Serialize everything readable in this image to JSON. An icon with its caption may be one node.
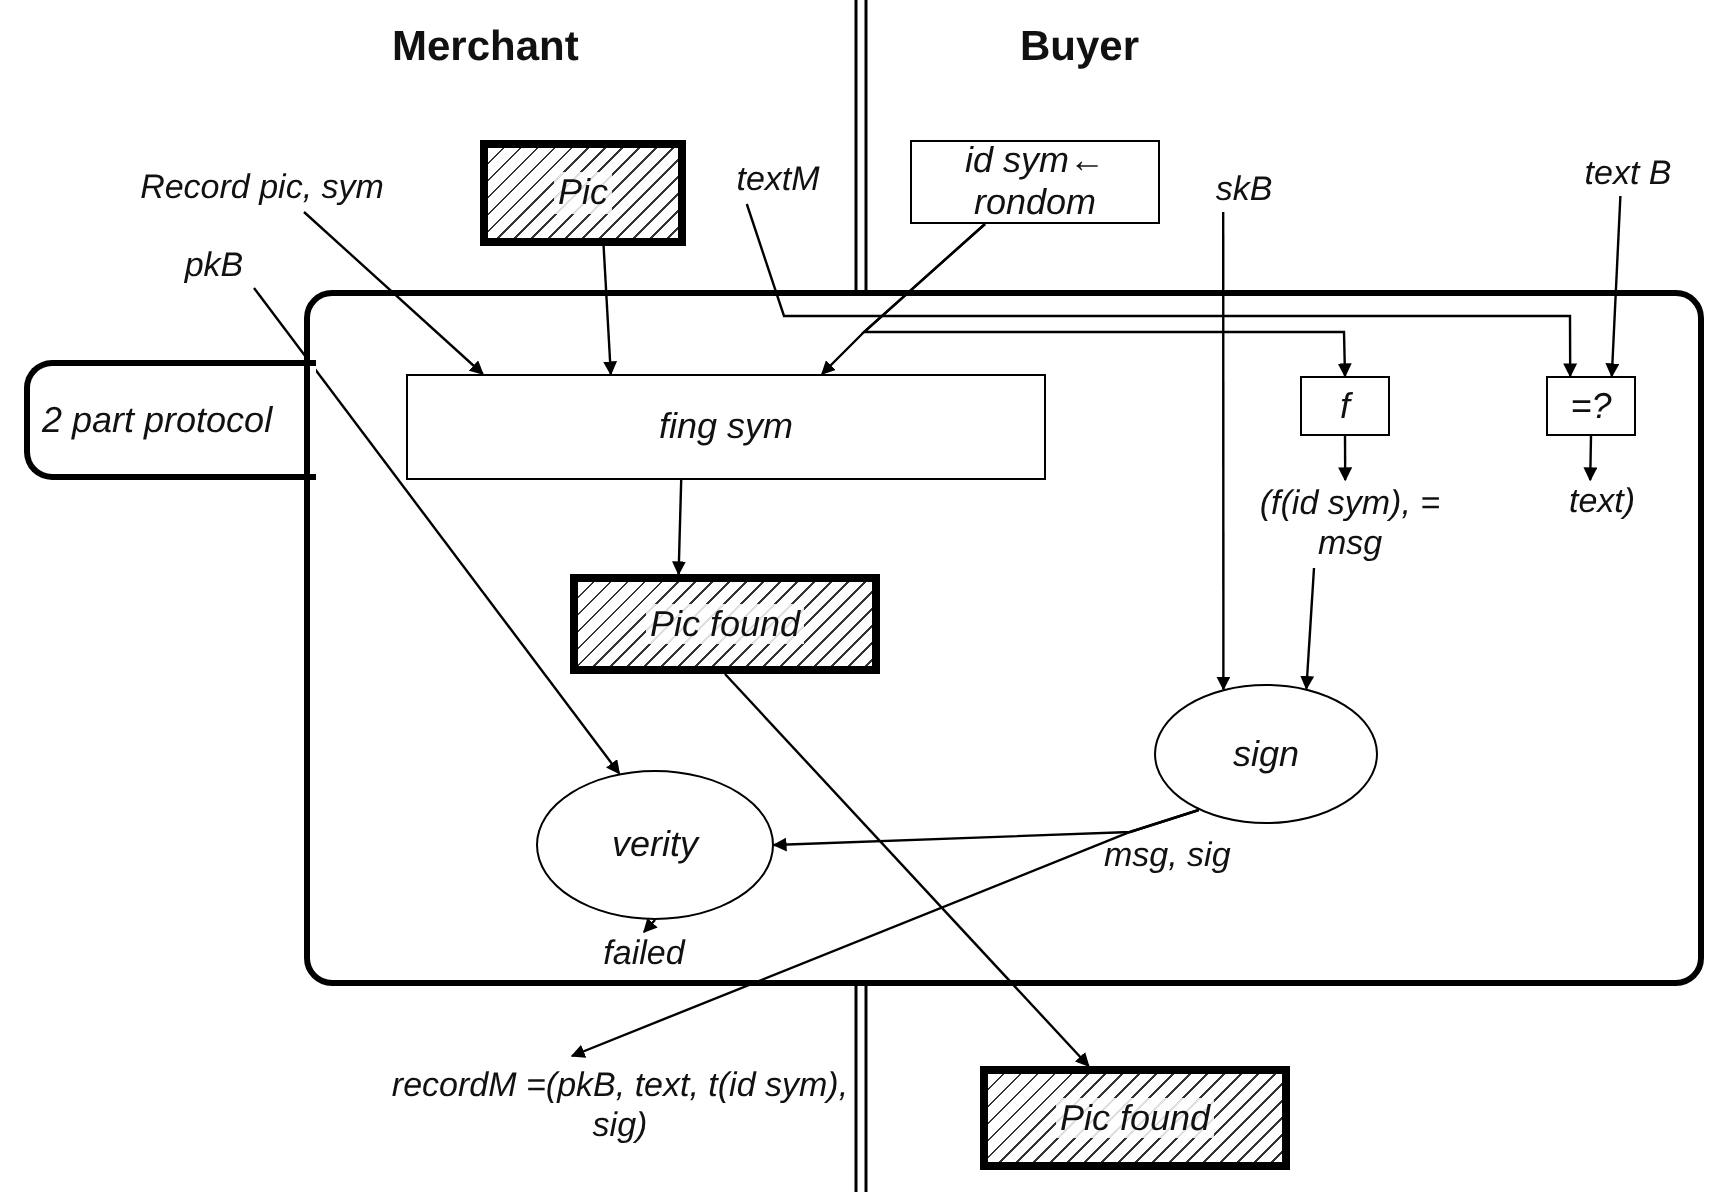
{
  "diagram": {
    "nodes": [
      {
        "text": [
          "Record pic, sym"
        ]
      },
      {
        "text": [
          "Pic"
        ]
      },
      {
        "text": [
          "textM"
        ]
      },
      {
        "text": [
          "id sym← rondom"
        ]
      },
      {
        "text": [
          "skB"
        ]
      },
      {
        "text": [
          "text B"
        ]
      },
      {
        "text": [
          "pkB"
        ]
      },
      {
        "text": [
          "2 part protocol"
        ]
      },
      {
        "text": [],
        "shape": "box"
      },
      {
        "text": [
          "fing sym"
        ],
        "in": 8
      },
      {
        "text": [
          "f"
        ],
        "in": 8
      },
      {
        "text": [
          "=?"
        ],
        "in": 8
      },
      {
        "text": [
          "(f(id sym), = msg"
        ],
        "in": 8
      },
      {
        "text": [
          "text)"
        ],
        "in": 8
      },
      {
        "text": [
          "Pic found"
        ],
        "in": 8
      },
      {
        "text": [
          "sign"
        ],
        "in": 8
      },
      {
        "text": [
          "verity"
        ],
        "in": 8
      },
      {
        "text": [
          "failed"
        ],
        "in": 8
      },
      {
        "text": [
          "recordM =(pkB, text, t(id sym), sig)"
        ]
      },
      {
        "text": [
          "Pic found"
        ]
      }
    ],
    "edges": [
      {
        "from": 0,
        "to": 9,
        "arrow": "to"
      },
      {
        "from": 1,
        "to": 9,
        "arrow": "to"
      },
      {
        "from": 2,
        "to": 11,
        "arrow": "to"
      },
      {
        "from": 3,
        "to": 9,
        "arrow": "to"
      },
      {
        "from": 3,
        "to": 10,
        "arrow": "to"
      },
      {
        "from": 4,
        "to": 15,
        "arrow": "to"
      },
      {
        "from": 5,
        "to": 11,
        "arrow": "to"
      },
      {
        "from": 6,
        "to": 16,
        "arrow": "to"
      },
      {
        "from": 9,
        "to": 14,
        "arrow": "to"
      },
      {
        "from": 10,
        "to": 12,
        "arrow": "to"
      },
      {
        "from": 11,
        "to": 13,
        "arrow": "to"
      },
      {
        "from": 12,
        "to": 15,
        "arrow": "to"
      },
      {
        "from": 15,
        "to": 16,
        "arrow": "to"
      },
      {
        "from": 15,
        "to": 18,
        "arrow": "to"
      },
      {
        "from": 16,
        "to": 17,
        "arrow": "to"
      },
      {
        "from": 14,
        "to": 19,
        "arrow": "to"
      }
    ],
    "labels": [
      "Merchant",
      "Buyer",
      "msg, sig"
    ]
  }
}
